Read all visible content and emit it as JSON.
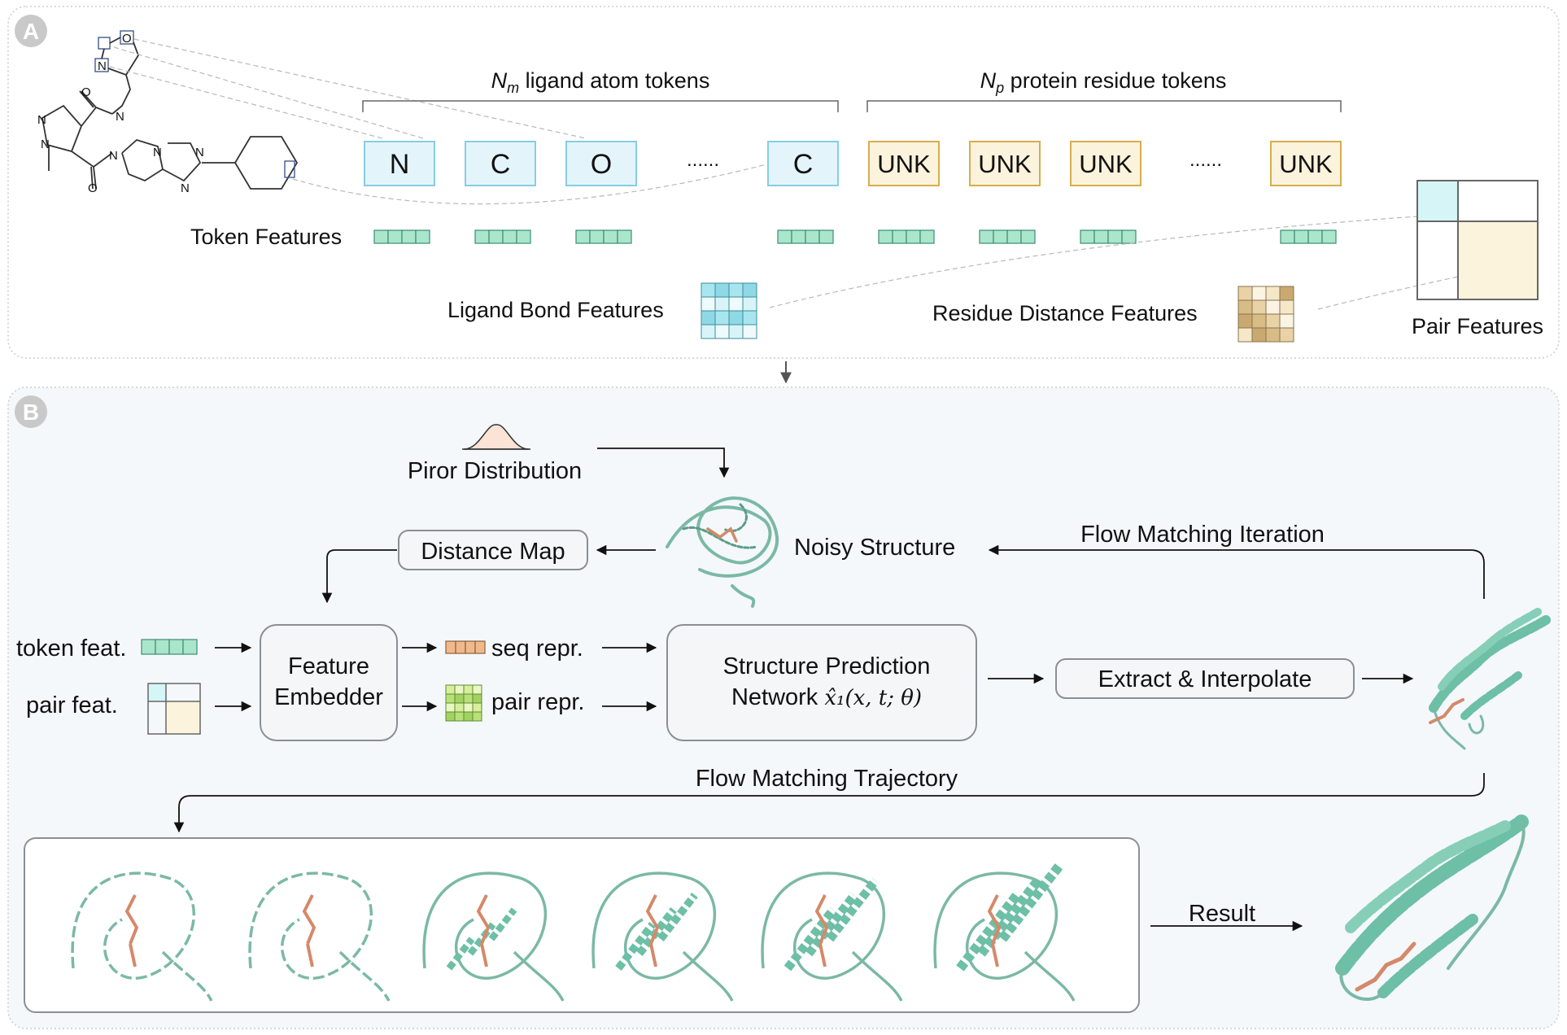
{
  "panel_a": {
    "label": "A",
    "ligand_tokens_label_sym": "N",
    "ligand_tokens_label_sub": "m",
    "ligand_tokens_label_rest": " ligand atom tokens",
    "protein_tokens_label_sym": "N",
    "protein_tokens_label_sub": "p",
    "protein_tokens_label_rest": " protein residue tokens",
    "ligand_tokens": [
      "N",
      "C",
      "O",
      "C"
    ],
    "protein_tokens": [
      "UNK",
      "UNK",
      "UNK",
      "UNK"
    ],
    "ellipsis": "......",
    "token_features": "Token Features",
    "ligand_bond_features": "Ligand Bond Features",
    "residue_distance_features": "Residue Distance Features",
    "pair_features": "Pair Features",
    "molecule_atoms": [
      "O",
      "N",
      "N",
      "N",
      "O",
      "N",
      "O",
      "N",
      "N",
      "N",
      "N"
    ]
  },
  "panel_b": {
    "label": "B",
    "prior": "Piror Distribution",
    "noisy": "Noisy Structure",
    "flow_iter": "Flow Matching Iteration",
    "distance_map": "Distance Map",
    "token_feat": "token feat.",
    "pair_feat": "pair feat.",
    "embedder_1": "Feature",
    "embedder_2": "Embedder",
    "seq_repr": "seq repr.",
    "pair_repr": "pair repr.",
    "spn_1": "Structure Prediction",
    "spn_2": "Network",
    "spn_formula": "x̂₁(x, t; θ)",
    "extract": "Extract & Interpolate",
    "trajectory": "Flow Matching Trajectory",
    "result": "Result"
  },
  "colors": {
    "ligand_fill": "#e3f5fb",
    "ligand_border": "#86cde3",
    "protein_fill": "#fcf3dc",
    "protein_border": "#d6ae4e",
    "token_feat": "#a9e6cc",
    "protein_teal": "#6dbfa5",
    "ligand_orange": "#d4896a",
    "panel_b_bg": "#f4f8fb"
  }
}
